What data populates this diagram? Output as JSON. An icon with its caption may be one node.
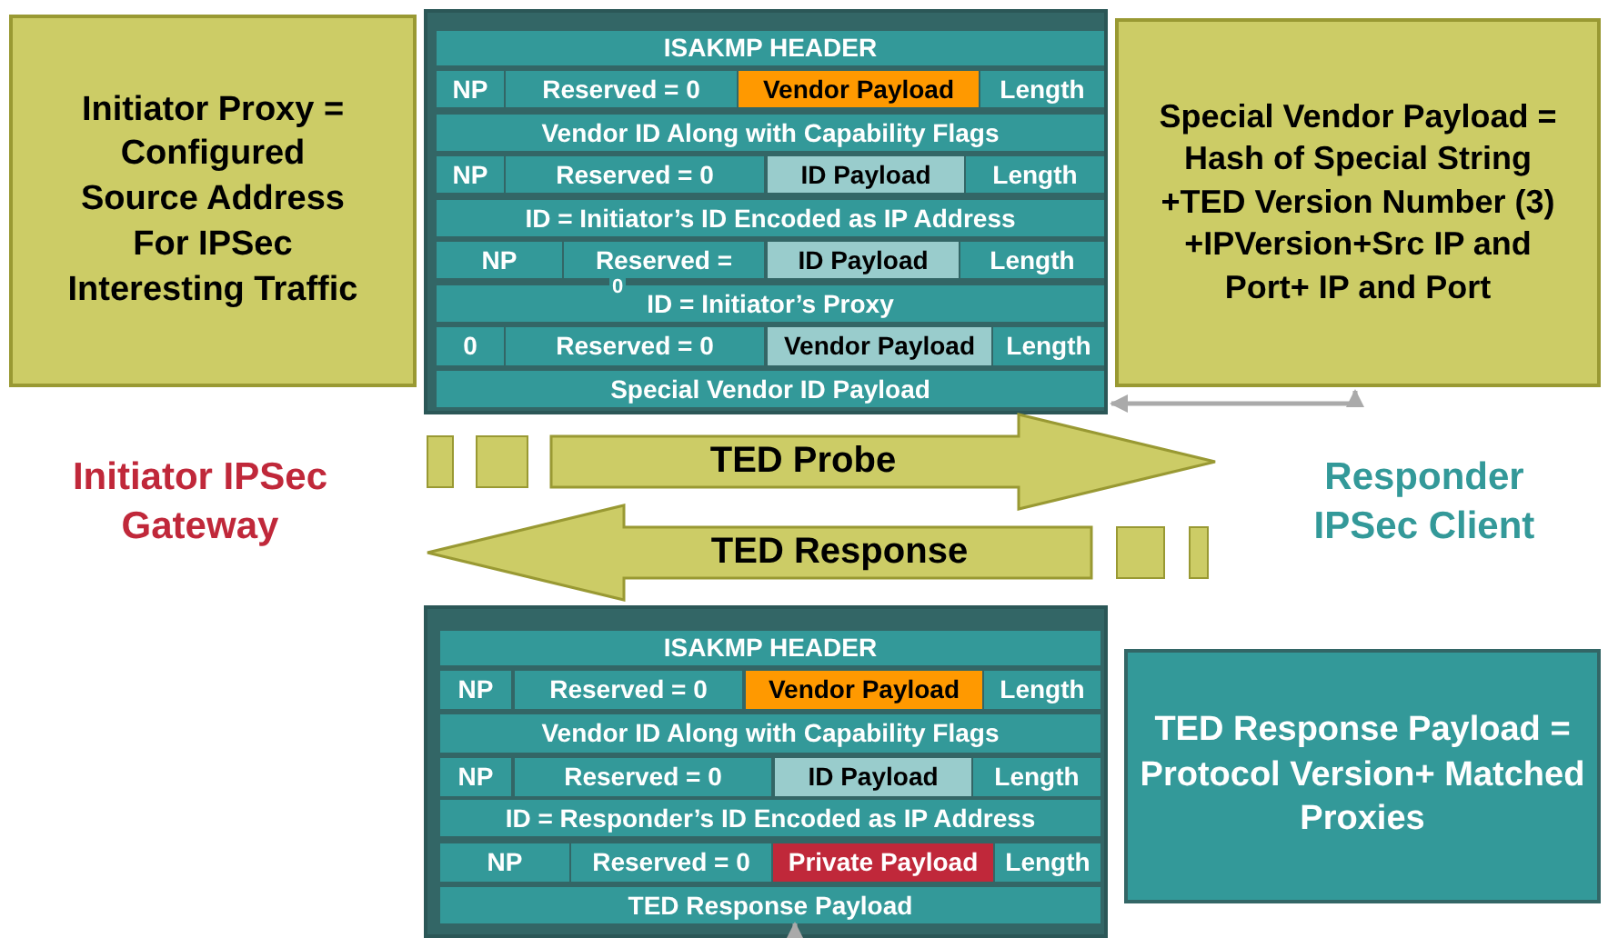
{
  "diagram": {
    "nodes": [
      {
        "text": [
          "Initiator Proxy = Configured Source Address For IPSec Interesting Traffic"
        ]
      },
      {
        "text": [],
        "shape": "box"
      },
      {
        "text": [
          "Special Vendor Payload = Hash of Special String +TED Version Number (3) +IPVersion+Src IP and Port+ IP and Port"
        ]
      },
      {
        "text": [
          "Initiator IPSec Gateway"
        ]
      },
      {
        "text": [
          "Responder IPSec Client"
        ]
      },
      {
        "text": [],
        "shape": "box"
      },
      {
        "text": [
          "TED Response Payload = Protocol Version+ Matched Proxies"
        ]
      }
    ],
    "edges": [
      {
        "from": 1,
        "to": 2,
        "arrow": "both"
      },
      {
        "from": 3,
        "to": 4,
        "arrow": "to",
        "label": "TED Probe",
        "style": "thick",
        "color": "#cccc66"
      },
      {
        "from": 4,
        "to": 3,
        "arrow": "to",
        "label": "TED Response",
        "style": "thick",
        "color": "#cccc66"
      },
      {
        "from": null,
        "to": 5,
        "arrow": "to"
      }
    ],
    "labels": [
      "ISAKMP HEADER",
      "NP",
      "Reserved = 0",
      "Vendor Payload",
      "Length",
      "Vendor ID Along with Capability Flags",
      "NP",
      "Reserved = 0",
      "ID Payload",
      "Length",
      "ID = Initiator’s ID Encoded as IP Address",
      "NP",
      "Reserved =",
      "ID Payload",
      "Length",
      "0",
      "ID = Initiator’s Proxy",
      "0",
      "Reserved = 0",
      "Vendor Payload",
      "Length",
      "Special Vendor ID Payload",
      "ISAKMP HEADER",
      "NP",
      "Reserved = 0",
      "Vendor Payload",
      "Length",
      "Vendor ID Along with Capability Flags",
      "NP",
      "Reserved = 0",
      "ID Payload",
      "Length",
      "ID = Responder’s ID Encoded as IP Address",
      "NP",
      "Reserved = 0",
      "Private Payload",
      "Length",
      "TED Response Payload"
    ]
  }
}
